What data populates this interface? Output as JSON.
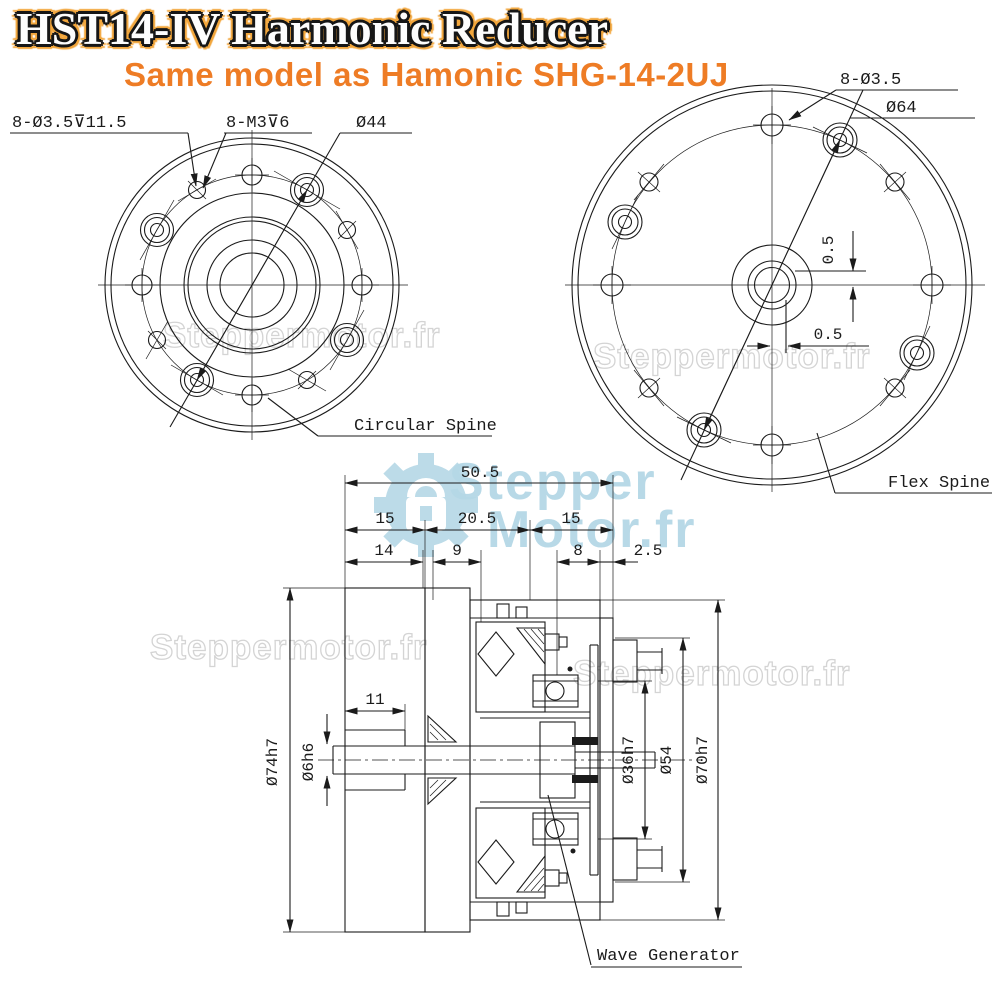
{
  "header": {
    "title": "HST14-IV Harmonic Reducer",
    "subtitle": "Same model as Hamonic SHG-14-2UJ"
  },
  "colors": {
    "background": "#ffffff",
    "line": "#1b1b1b",
    "title_fill": "#fdfdfd",
    "title_outline": "#161616",
    "title_glow": "#f2a63c",
    "subtitle_orange": "#ee7c25",
    "watermark_gray": "#d4d4d4",
    "watermark_blue": "#b5d8e6"
  },
  "left_view": {
    "label_counterbore": "8-Ø3.5⊽11.5",
    "label_tapped": "8-M3⊽6",
    "label_bolt_circle": "Ø44",
    "caption": "Circular Spine"
  },
  "right_view": {
    "label_holes": "8-Ø3.5",
    "label_bolt_circle": "Ø64",
    "dim_offset_vertical": "0.5",
    "dim_offset_horizontal": "0.5",
    "caption": "Flex Spine"
  },
  "section_view": {
    "caption": "Wave Generator",
    "dim_total_length": "50.5",
    "dim_left_15": "15",
    "dim_mid_20_5": "20.5",
    "dim_right_15": "15",
    "dim_14": "14",
    "dim_9": "9",
    "dim_8": "8",
    "dim_2_5": "2.5",
    "dim_11": "11",
    "dia_74": "Ø74h7",
    "dia_6": "Ø6h6",
    "dia_36": "Ø36h7",
    "dia_54": "Ø54",
    "dia_70": "Ø70h7"
  },
  "watermarks": {
    "gray": "Steppermotor.fr",
    "blue_line1": "Stepper",
    "blue_line2": "Motor.fr"
  }
}
